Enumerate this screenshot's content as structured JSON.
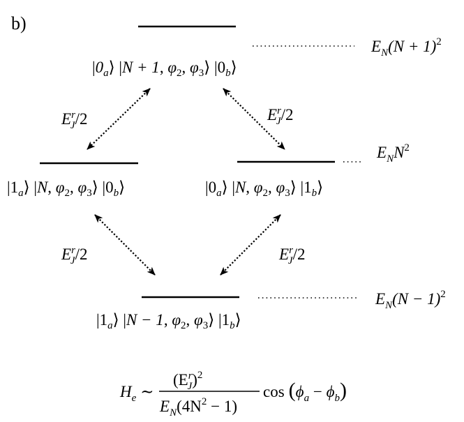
{
  "panel_label": "b)",
  "states": {
    "top": {
      "a": "0",
      "mid": "N + 1",
      "phi2": "2",
      "phi3": "3",
      "b": "0",
      "energy_sup": "2"
    },
    "left": {
      "a": "1",
      "mid": "N",
      "phi2": "2",
      "phi3": "3",
      "b": "0"
    },
    "right": {
      "a": "0",
      "mid": "N",
      "phi2": "2",
      "phi3": "3",
      "b": "1",
      "energy_sup": "2"
    },
    "bottom": {
      "a": "1",
      "mid": "N − 1",
      "phi2": "2",
      "phi3": "3",
      "b": "1",
      "energy_sup": "2"
    }
  },
  "energy_symbol": "E",
  "energy_sub": "N",
  "energies": {
    "top_arg": "(N + 1)",
    "right_arg": "N",
    "bottom_arg": "(N − 1)"
  },
  "coupling": {
    "symbol": "E",
    "sup": "r",
    "sub": "J",
    "tail": "/2"
  },
  "hamiltonian": {
    "lhs": "H",
    "lhs_sub": "e",
    "sim": "∼",
    "num_open": "(E",
    "num_sup": "r",
    "num_sub": "J",
    "num_close": ")",
    "num_power": "2",
    "den_E": "E",
    "den_sub": "N",
    "den_arg_open": "(4N",
    "den_arg_pow": "2",
    "den_arg_close": " − 1)",
    "cos": "cos",
    "paren_open": "(",
    "phi_a": "ϕ",
    "sub_a": "a",
    "minus": " − ",
    "phi_b": "ϕ",
    "sub_b": "b",
    "paren_close": ")"
  }
}
